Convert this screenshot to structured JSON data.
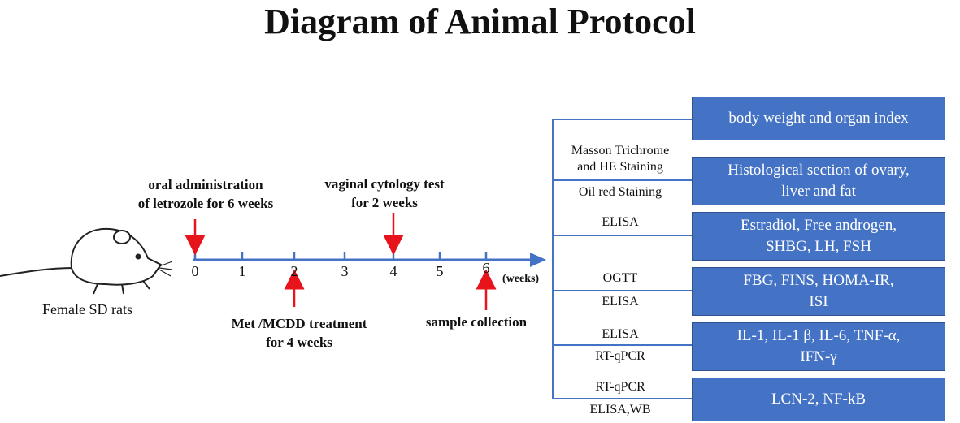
{
  "title": "Diagram of Animal Protocol",
  "subject_label": "Female SD rats",
  "timeline": {
    "ticks": [
      "0",
      "1",
      "2",
      "3",
      "4",
      "5",
      "6"
    ],
    "unit": "(weeks)"
  },
  "events": {
    "letrozole": "oral administration\nof letrozole for 6 weeks",
    "vaginal": "vaginal cytology test\nfor 2 weeks",
    "treatment": "Met /MCDD treatment\nfor 4 weeks",
    "collection": "sample collection"
  },
  "methods": {
    "masson": "Masson Trichrome\nand HE Staining",
    "oilred": "Oil red Staining",
    "elisa_hormone": "ELISA",
    "ogtt": "OGTT",
    "elisa_glucose": "ELISA",
    "elisa_inflam": "ELISA",
    "rtqpcr_inflam": "RT-qPCR",
    "rtqpcr_lcn": "RT-qPCR",
    "elisa_wb": "ELISA,WB"
  },
  "outcomes": {
    "body_weight": "body weight and organ index",
    "histology": "Histological section of ovary,\nliver and fat",
    "hormones": "Estradiol, Free androgen,\nSHBG, LH, FSH",
    "glucose": "FBG, FINS, HOMA-IR,\nISI",
    "inflammation": "IL-1, IL-1 β, IL-6, TNF-α,\nIFN-γ",
    "lcn": "LCN-2, NF-kB"
  },
  "colors": {
    "timeline_blue": "#4472c4",
    "arrow_red": "#e8141c",
    "box_fill": "#4472c4"
  }
}
